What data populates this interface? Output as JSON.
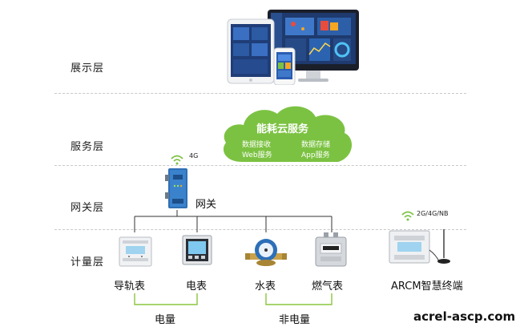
{
  "layers": {
    "display": "展示层",
    "service": "服务层",
    "gateway": "网关层",
    "metering": "计量层"
  },
  "cloud": {
    "title": "能耗云服务",
    "items": [
      "数据接收",
      "数据存储",
      "Web服务",
      "App服务"
    ],
    "color": "#7cc242"
  },
  "gateway": {
    "label": "网关",
    "network": "4G"
  },
  "devices": {
    "rail_meter": "导轨表",
    "electric_meter": "电表",
    "water_meter": "水表",
    "gas_meter": "燃气表",
    "terminal": "ARCM智慧终端",
    "terminal_network": "2G/4G/NB"
  },
  "groups": {
    "electric": "电量",
    "non_electric": "非电量"
  },
  "colors": {
    "accent_green": "#7cc242",
    "bracket": "#8cc63f",
    "wifi": "#7cc242"
  },
  "watermark": "acrel-ascp.com"
}
